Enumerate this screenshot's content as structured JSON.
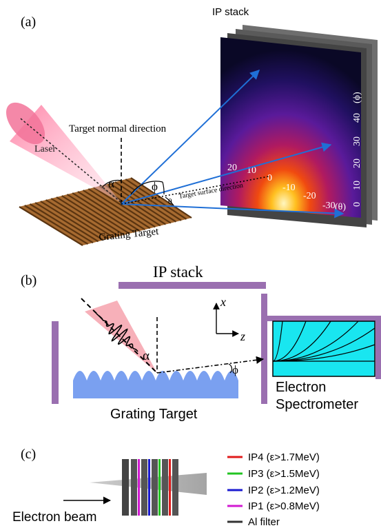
{
  "panels": {
    "a": {
      "label": "(a)",
      "ip_stack_title": "IP stack",
      "target_normal_label": "Target normal direction",
      "laser_label": "Laser",
      "alpha_symbol": "α",
      "phi_symbol": "ϕ",
      "theta_symbol": "θ",
      "target_surface_label": "Target surface direction",
      "grating_target_label": "Grating Target",
      "theta_axis_ticks": [
        "20",
        "10",
        "0",
        "-10",
        "-20",
        "-30"
      ],
      "theta_axis_unit": "(θ)",
      "phi_axis_ticks": [
        "0",
        "10",
        "20",
        "30",
        "40"
      ],
      "phi_axis_unit": "(ϕ)"
    },
    "b": {
      "label": "(b)",
      "ip_stack_title": "IP stack",
      "axis_x": "x",
      "axis_z": "z",
      "alpha_symbol": "α",
      "phi_symbol": "ϕ",
      "grating_target_label": "Grating Target",
      "spectrometer_line1": "Electron",
      "spectrometer_line2": "Spectrometer"
    },
    "c": {
      "label": "(c)",
      "electron_beam_label": "Electron beam",
      "legend": [
        {
          "label": "IP4 (ε>1.7MeV)",
          "color": "#e01b1b"
        },
        {
          "label": "IP3 (ε>1.5MeV)",
          "color": "#22c422"
        },
        {
          "label": "IP2 (ε>1.2MeV)",
          "color": "#1a1ad0"
        },
        {
          "label": "IP1 (ε>0.8MeV)",
          "color": "#d21ad2"
        },
        {
          "label": "Al filter",
          "color": "#333333"
        }
      ]
    }
  },
  "colors": {
    "arrow_blue": "#1f6fd6",
    "laser_pink": "#f06a8e",
    "ip_purple": "#9a6fb0",
    "spectrometer_cyan": "#19e6f0",
    "grating_blue": "#7aa0f0",
    "grating_brown": "#8a5a2a"
  }
}
